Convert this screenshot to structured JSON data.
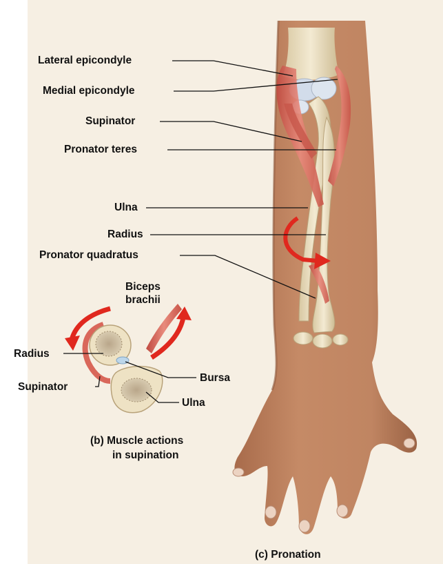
{
  "labels": {
    "lateral_epicondyle": "Lateral epicondyle",
    "medial_epicondyle": "Medial epicondyle",
    "supinator": "Supinator",
    "pronator_teres": "Pronator teres",
    "ulna": "Ulna",
    "radius": "Radius",
    "pronator_quadratus": "Pronator quadratus",
    "biceps_line1": "Biceps",
    "biceps_line2": "brachii",
    "inset_radius": "Radius",
    "inset_supinator": "Supinator",
    "bursa": "Bursa",
    "inset_ulna": "Ulna"
  },
  "captions": {
    "b_line1": "(b) Muscle actions",
    "b_line2": "in supination",
    "c": "(c)  Pronation"
  },
  "colors": {
    "background": "#f6efe3",
    "skin": "#c08562",
    "skin_shadow": "#9a6244",
    "bone": "#eee2c4",
    "muscle": "#d9675a",
    "cartilage": "#c9d8e8",
    "arrow": "#e0281e"
  }
}
